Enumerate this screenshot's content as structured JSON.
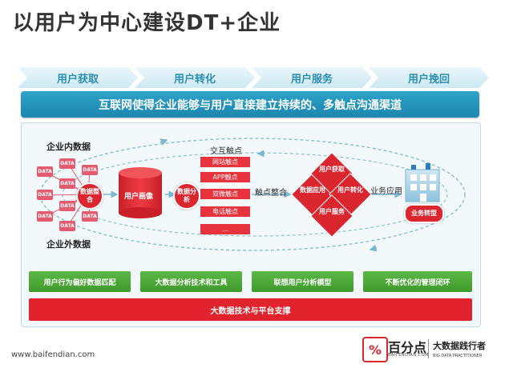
{
  "title": "以用户为中心建设DT+企业",
  "stages": [
    "用户获取",
    "用户转化",
    "用户服务",
    "用户挽回"
  ],
  "banner": "互联网使得企业能够与用户直接建立持续的、多触点沟通渠道",
  "diagram": {
    "internal_data_label": "企业内数据",
    "external_data_label": "企业外数据",
    "data_badge": "DATA",
    "data_integration": "数据整合",
    "user_portrait": "用户画像",
    "data_analysis": "数据分析",
    "touch_title": "交互触点",
    "touchpoints": [
      "网站触点",
      "APP触点",
      "双微触点",
      "电话触点",
      "..."
    ],
    "touch_integration": "触点整合",
    "data_application": "数据应用",
    "user_acquire": "用户获取",
    "user_convert": "用户转化",
    "user_service": "用户服务",
    "business_application": "业务应用",
    "business_transform": "业务转型"
  },
  "green_boxes": [
    "用户行为偏好数据匹配",
    "大数据分析技术和工具",
    "联想用户分析模型",
    "不断优化的管理闭环"
  ],
  "red_bar": "大数据技术与平台支撑",
  "footer": {
    "url": "www.baifendian.com",
    "logo_mark": "%",
    "logo_name": "百分点",
    "logo_sub": "BAIFENDIAN.COM",
    "logo2_name": "大数据践行者",
    "logo2_sub": "BIG DATA PRACTITIONER"
  },
  "colors": {
    "stage_text": "#2a8fb5",
    "banner_bg": "#1f8fb6",
    "accent_red": "#d9262f",
    "green": "#4aa835"
  }
}
